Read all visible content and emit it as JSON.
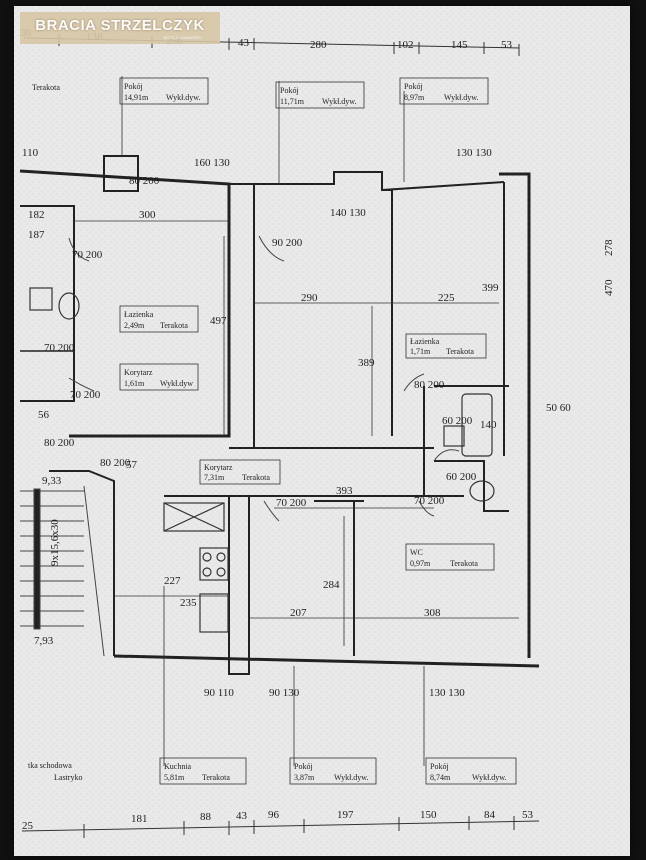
{
  "brand": {
    "name": "BRACIA STRZELCZYK",
    "sub": "NIERUCHOMOŚCI"
  },
  "dims_top": [
    "30",
    "138",
    "256",
    "43",
    "280",
    "102",
    "145",
    "53"
  ],
  "dims_bottom": [
    "25",
    "181",
    "88",
    "43",
    "96",
    "197",
    "150",
    "84",
    "53"
  ],
  "dims_inner": [
    "300",
    "182",
    "187",
    "110",
    "70\n200",
    "80\n200",
    "160\n130",
    "140\n130",
    "90\n200",
    "130\n130",
    "290",
    "225",
    "399",
    "497",
    "389",
    "70\n200",
    "70\n200",
    "80\n200",
    "80\n200",
    "60\n200",
    "140",
    "60\n200",
    "50\n60",
    "393",
    "70\n200",
    "70\n200",
    "227",
    "235",
    "284",
    "207",
    "308",
    "90\n110",
    "90\n130",
    "130\n130",
    "9,33",
    "9x15,6x30",
    "7,93",
    "278",
    "470",
    "56",
    "57",
    "80\n200"
  ],
  "rooms": {
    "pokoj_1": {
      "name": "Pokój",
      "area": "14,91m",
      "finish": "Wykł.dyw."
    },
    "pokoj_2": {
      "name": "Pokój",
      "area": "11,71m",
      "finish": "Wykł.dyw."
    },
    "pokoj_3": {
      "name": "Pokój",
      "area": "8,97m",
      "finish": "Wykł.dyw."
    },
    "lazienka_1": {
      "name": "Łazienka",
      "area": "2,49m",
      "finish": "Terakota"
    },
    "korytarz_1": {
      "name": "Korytarz",
      "area": "1,61m",
      "finish": "Wykł.dyw"
    },
    "lazienka_2": {
      "name": "Łazienka",
      "area": "1,71m",
      "finish": "Terakota"
    },
    "korytarz_2": {
      "name": "Korytarz",
      "area": "7,31m",
      "finish": "Terakota"
    },
    "wc": {
      "name": "WC",
      "area": "0,97m",
      "finish": "Terakota"
    },
    "kuchnia": {
      "name": "Kuchnia",
      "area": "5,81m",
      "finish": "Terakota"
    },
    "pokoj_4": {
      "name": "Pokój",
      "area": "3,87m",
      "finish": "Wykł.dyw."
    },
    "pokoj_5": {
      "name": "Pokój",
      "area": "8,74m",
      "finish": "Wykł.dyw."
    },
    "corner_top": {
      "finish": "Terakota"
    },
    "klatka": {
      "line1": "tka schodowa",
      "line2": "Lastryko"
    }
  }
}
